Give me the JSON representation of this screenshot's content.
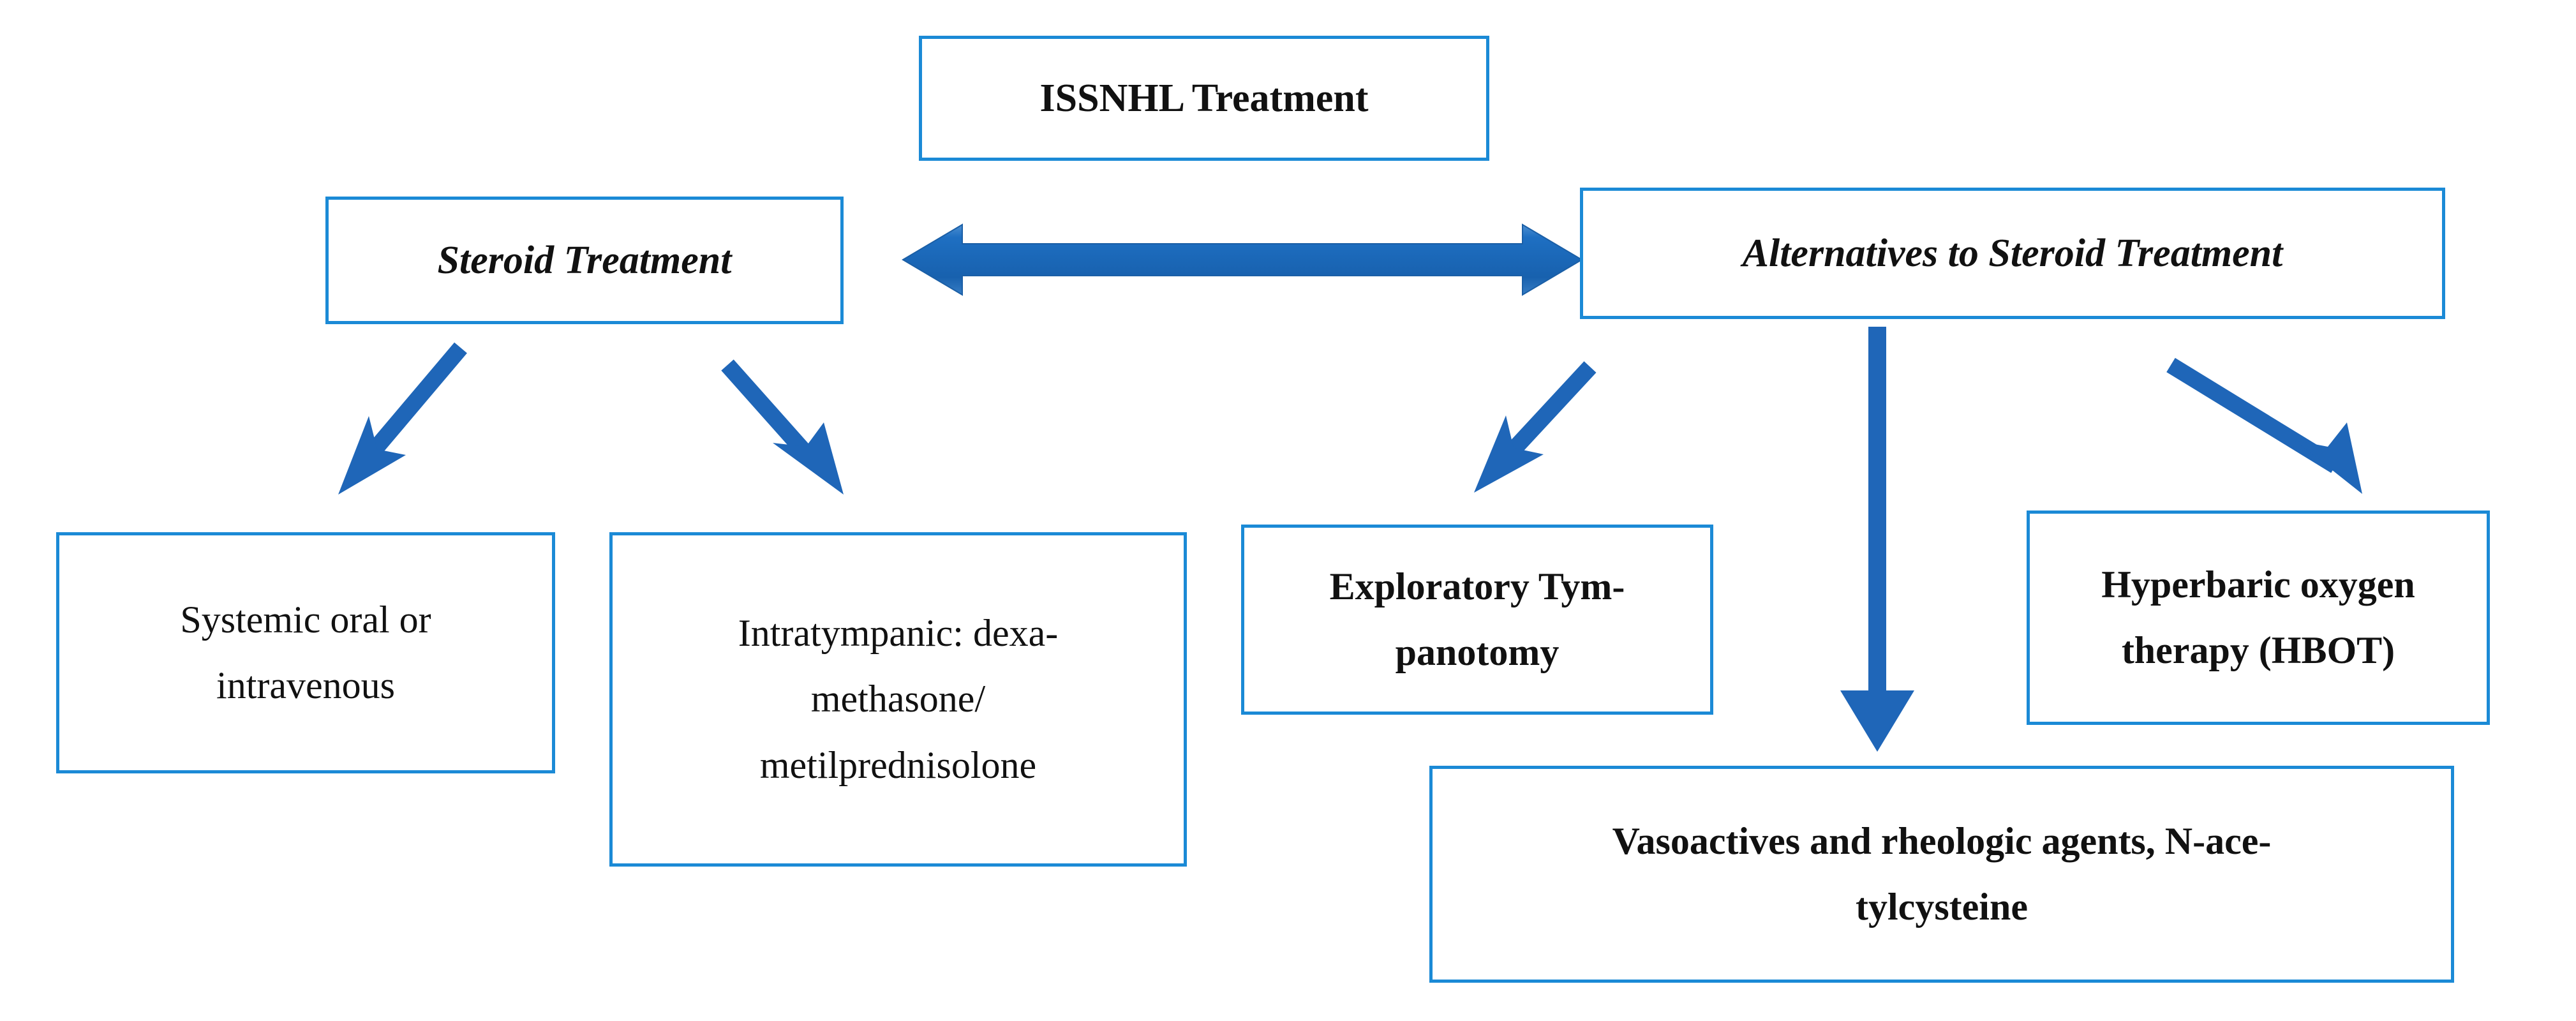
{
  "diagram": {
    "title": "ISSNHL Treatment",
    "colors": {
      "box_border": "#1b8ad6",
      "arrow": "#1f66b8",
      "double_arrow": "#1d6fc0",
      "text": "#111111",
      "background": "#ffffff"
    },
    "nodes": {
      "root": {
        "label": "ISSNHL Treatment"
      },
      "steroid": {
        "label": "Steroid Treatment"
      },
      "alternatives": {
        "label": "Alternatives to Steroid Treatment"
      },
      "systemic": {
        "line1": "Systemic oral or",
        "line2": "intravenous"
      },
      "intratympanic": {
        "line1": "Intratympanic: dexa-",
        "line2": "methasone/",
        "line3": "metilprednisolone"
      },
      "tympanotomy": {
        "line1": "Exploratory Tym-",
        "line2": "panotomy"
      },
      "hbot": {
        "line1": "Hyperbaric oxygen",
        "line2": "therapy (HBOT)"
      },
      "vasoactives": {
        "line1": "Vasoactives and rheologic agents, N-ace-",
        "line2": "tylcysteine"
      }
    },
    "connectors": [
      {
        "name": "steroid-to-alternatives",
        "type": "double-arrow",
        "direction": "horizontal"
      },
      {
        "name": "steroid-to-systemic",
        "type": "arrow",
        "direction": "down-left"
      },
      {
        "name": "steroid-to-intratympanic",
        "type": "arrow",
        "direction": "down-right"
      },
      {
        "name": "alternatives-to-tympanotomy",
        "type": "arrow",
        "direction": "down-left"
      },
      {
        "name": "alternatives-to-vasoactives",
        "type": "arrow",
        "direction": "down"
      },
      {
        "name": "alternatives-to-hbot",
        "type": "arrow",
        "direction": "down-right"
      }
    ]
  }
}
